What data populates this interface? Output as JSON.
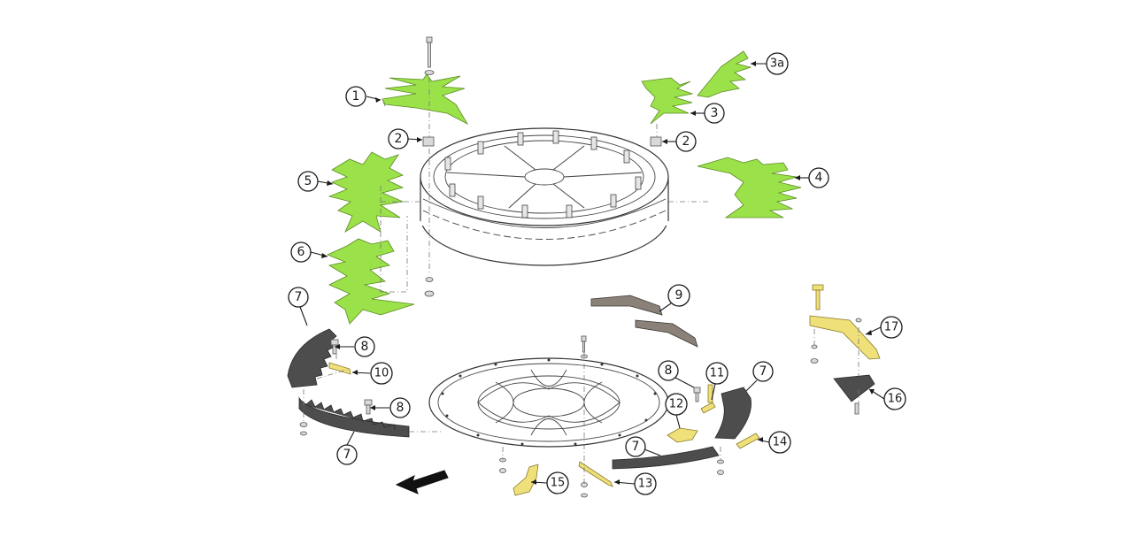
{
  "callouts": {
    "c1": "1",
    "c2a": "2",
    "c2b": "2",
    "c3": "3",
    "c3a": "3a",
    "c4": "4",
    "c5": "5",
    "c6": "6",
    "c7a": "7",
    "c7b": "7",
    "c7c": "7",
    "c7d": "7",
    "c8a": "8",
    "c8b": "8",
    "c8c": "8",
    "c9": "9",
    "c10": "10",
    "c11": "11",
    "c12": "12",
    "c13": "13",
    "c14": "14",
    "c15": "15",
    "c16": "16",
    "c17": "17"
  },
  "colors": {
    "tine_green": "#9be24a",
    "hardware_yellow": "#efe07a",
    "skid_dark": "#4d4d4d",
    "knife_brown": "#8a8178"
  },
  "icons": {
    "direction": "direction-arrow-icon"
  }
}
